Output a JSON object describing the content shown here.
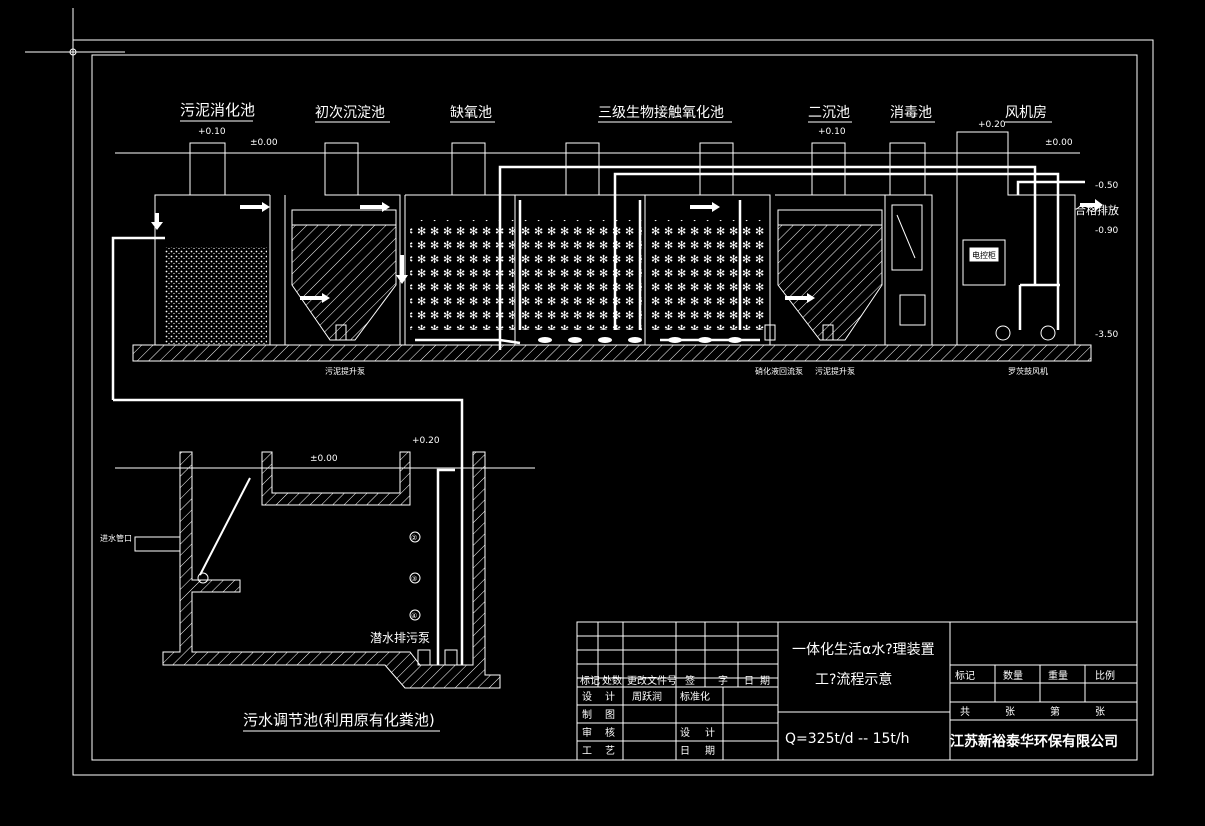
{
  "tanks": {
    "sludge_digestion": "污泥消化池",
    "primary_settling": "初次沉淀池",
    "anoxic": "缺氧池",
    "bio_contact": "三级生物接触氧化池",
    "secondary_settling": "二沉池",
    "disinfection": "消毒池",
    "blower_room": "风机房"
  },
  "elevations": {
    "e1": "+0.10",
    "e2": "±0.00",
    "e3": "+0.10",
    "e4": "+0.20",
    "e5": "±0.00",
    "e6": "-0.50",
    "e7": "-0.90",
    "e8": "-3.50",
    "e9": "+0.20",
    "e10": "±0.00"
  },
  "labels": {
    "qualified_discharge": "合格排放",
    "sludge_pump_1": "污泥提升泵",
    "nitrate_pump": "硝化液回流泵",
    "sludge_pump_2": "污泥提升泵",
    "roots_blower": "罗茨鼓风机",
    "control_cabinet": "电控柜",
    "inlet": "进水管口",
    "submersible_pump": "潜水排污泵",
    "equalization_tank": "污水调节池(利用原有化粪池)",
    "level_1": "②",
    "level_2": "③",
    "level_3": "④"
  },
  "title_block": {
    "drawing_title_1": "一体化生活α水?理装置",
    "drawing_title_2": "工?流程示意",
    "flow": "Q=325t/d -- 15t/h",
    "company": "江苏新裕泰华环保有限公司",
    "rev_headers": [
      "标记",
      "处数",
      "更改文件号",
      "签",
      "字",
      "日",
      "期"
    ],
    "rows": [
      [
        "设",
        "计",
        "周跃润",
        "标准化"
      ],
      [
        "制",
        "图",
        "",
        ""
      ],
      [
        "审",
        "核",
        "设",
        "计"
      ],
      [
        "工",
        "艺",
        "日",
        "期"
      ]
    ],
    "right_headers": [
      "标记",
      "数量",
      "重量",
      "比例"
    ],
    "sheet": [
      "共",
      "张",
      "第",
      "张"
    ]
  }
}
